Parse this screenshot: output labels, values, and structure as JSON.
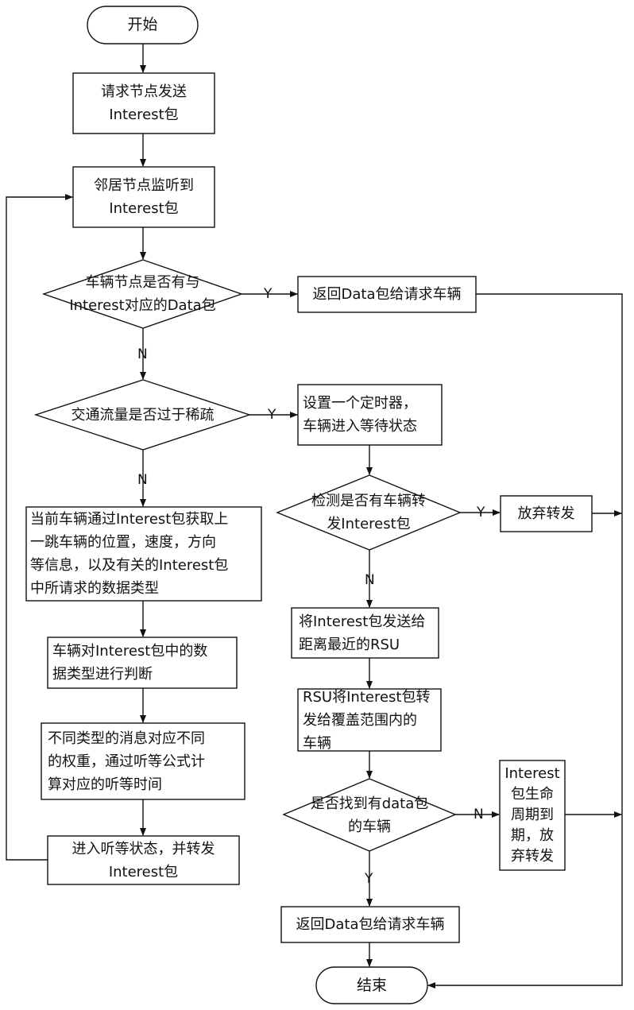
{
  "nodes": {
    "start": "开始",
    "send": "请求节点发送\nInterest包",
    "listen": "邻居节点监听到\nInterest包",
    "has_data": "车辆节点是否有与\nInterest对应的Data包",
    "return_data_1": "返回Data包给请求车辆",
    "sparse": "交通流量是否过于稀疏",
    "timer": "设置一个定时器，\n车辆进入等待状态",
    "detect_forward": "检测是否有车辆转\n发Interest包",
    "give_up": "放弃转发",
    "get_info": "当前车辆通过Interest包获取上\n一跳车辆的位置，速度，方向\n等信息，以及有关的Interest包\n中所请求的数据类型",
    "judge_type": "车辆对Interest包中的数\n据类型进行判断",
    "weight": "不同类型的消息对应不同\n的权重，通过听等公式计\n算对应的听等时间",
    "wait_forward": "进入听等状态，并转发\nInterest包",
    "to_rsu": "将Interest包发送给\n距离最近的RSU",
    "rsu_forward": "RSU将Interest包转\n发给覆盖范围内的\n车辆",
    "find_data": "是否找到有data包\n的车辆",
    "lifetime": "Interest\n包生命\n周期到\n期，放\n弃转发",
    "return_data_2": "返回Data包给请求车辆",
    "end": "结束"
  },
  "edge_labels": {
    "y1": "Y",
    "n1": "N",
    "y2": "Y",
    "n2": "N",
    "y3": "Y",
    "n3": "N",
    "n4": "N",
    "y4": "Y"
  }
}
